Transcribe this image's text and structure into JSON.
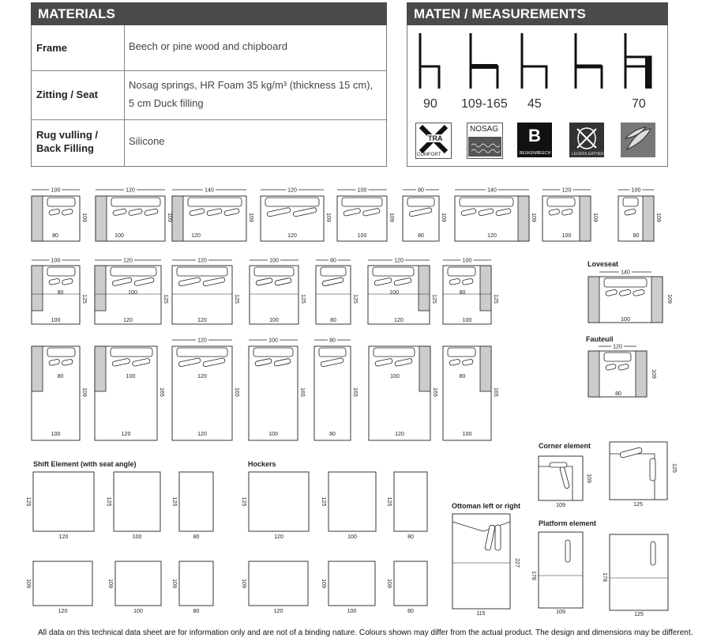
{
  "materials": {
    "title": "MATERIALS",
    "rows": [
      {
        "label": "Frame",
        "value": "Beech or pine wood and chipboard"
      },
      {
        "label": "Zitting / Seat",
        "value": "Nosag springs, HR Foam 35 kg/m³ (thickness 15 cm),\n5 cm Duck filling"
      },
      {
        "label": "Rug vulling /\nBack Filling",
        "value": "Silicone"
      }
    ]
  },
  "measurements": {
    "title": "MATEN / MEASUREMENTS",
    "values": [
      "90",
      "109-165",
      "45",
      "",
      "70"
    ],
    "badges": [
      {
        "name": "xtra-comfort-icon",
        "line1": "TRA",
        "line2": "COMFORT"
      },
      {
        "name": "nosag-icon",
        "line1": "NOSAG",
        "line2": ""
      },
      {
        "name": "beech-icon",
        "line1": "B",
        "line2": "BEUKEN/BEECH"
      },
      {
        "name": "leather-icon",
        "line1": "",
        "line2": "LEDER/LEATHER"
      },
      {
        "name": "feather-icon",
        "line1": "",
        "line2": ""
      }
    ]
  },
  "sections": {
    "loveseat": "Loveseat",
    "fauteuil": "Fauteuil",
    "shift": "Shift Element (with seat angle)",
    "hockers": "Hockers",
    "corner": "Corner element",
    "ottoman": "Ottoman left or right",
    "platform": "Platform element"
  },
  "dims": {
    "row1": [
      {
        "top": "100",
        "side": "109",
        "bottom": "80"
      },
      {
        "top": "120",
        "side": "109",
        "bottom": "100"
      },
      {
        "top": "140",
        "side": "109",
        "bottom": "120"
      },
      {
        "top": "120",
        "side": "109",
        "bottom": "120"
      },
      {
        "top": "100",
        "side": "109",
        "bottom": "100"
      },
      {
        "top": "80",
        "side": "109",
        "bottom": "80"
      },
      {
        "top": "140",
        "side": "109",
        "bottom": "120"
      },
      {
        "top": "120",
        "side": "109",
        "bottom": "100"
      },
      {
        "top": "100",
        "side": "109",
        "bottom": "80"
      }
    ],
    "row2": [
      {
        "top": "100",
        "side": "125",
        "inner": "80",
        "bottom": "100"
      },
      {
        "top": "120",
        "side": "125",
        "inner": "100",
        "bottom": "120"
      },
      {
        "top": "120",
        "side": "125",
        "inner": "",
        "bottom": "120"
      },
      {
        "top": "100",
        "side": "125",
        "inner": "",
        "bottom": "100"
      },
      {
        "top": "80",
        "side": "125",
        "inner": "",
        "bottom": "80"
      },
      {
        "top": "120",
        "side": "125",
        "inner": "100",
        "bottom": "120"
      },
      {
        "top": "100",
        "side": "125",
        "inner": "80",
        "bottom": "100"
      }
    ],
    "row3": [
      {
        "top": "",
        "side": "109",
        "inner": "80",
        "bottom": "100"
      },
      {
        "top": "",
        "side": "165",
        "inner": "100",
        "bottom": "120"
      },
      {
        "top": "120",
        "side": "165",
        "inner": "120",
        "bottom": "120"
      },
      {
        "top": "100",
        "side": "165",
        "inner": "",
        "bottom": "100"
      },
      {
        "top": "80",
        "side": "165",
        "inner": "",
        "bottom": "80"
      },
      {
        "top": "",
        "side": "165",
        "inner": "100",
        "bottom": "120"
      },
      {
        "top": "",
        "side": "165",
        "inner": "80",
        "bottom": "100"
      }
    ],
    "loveseat": {
      "top": "140",
      "side": "109",
      "bottom": "100"
    },
    "fauteuil": {
      "top": "120",
      "side": "109",
      "bottom": "80"
    },
    "shift": [
      {
        "side": "125",
        "bottom": "120"
      },
      {
        "side": "125",
        "bottom": "100"
      },
      {
        "side": "125",
        "bottom": "80"
      },
      {
        "side": "109",
        "bottom": "120"
      },
      {
        "side": "109",
        "bottom": "100"
      },
      {
        "side": "109",
        "bottom": "80"
      }
    ],
    "hockers": [
      {
        "side": "125",
        "bottom": "120"
      },
      {
        "side": "125",
        "bottom": "100"
      },
      {
        "side": "125",
        "bottom": "80"
      },
      {
        "side": "109",
        "bottom": "120"
      },
      {
        "side": "109",
        "bottom": "100"
      },
      {
        "side": "109",
        "bottom": "80"
      }
    ],
    "corner": [
      {
        "side": "109",
        "bottom": "109"
      },
      {
        "side": "125",
        "bottom": "125"
      }
    ],
    "ottoman": {
      "side": "227",
      "bottom": "115"
    },
    "platform": [
      {
        "side": "178",
        "bottom": "109"
      },
      {
        "side": "178",
        "bottom": "125"
      }
    ]
  },
  "disclaimer": "All data on this technical data sheet are for information only and are not of a binding nature. Colours shown may differ from the actual product. The design and dimensions may be different."
}
